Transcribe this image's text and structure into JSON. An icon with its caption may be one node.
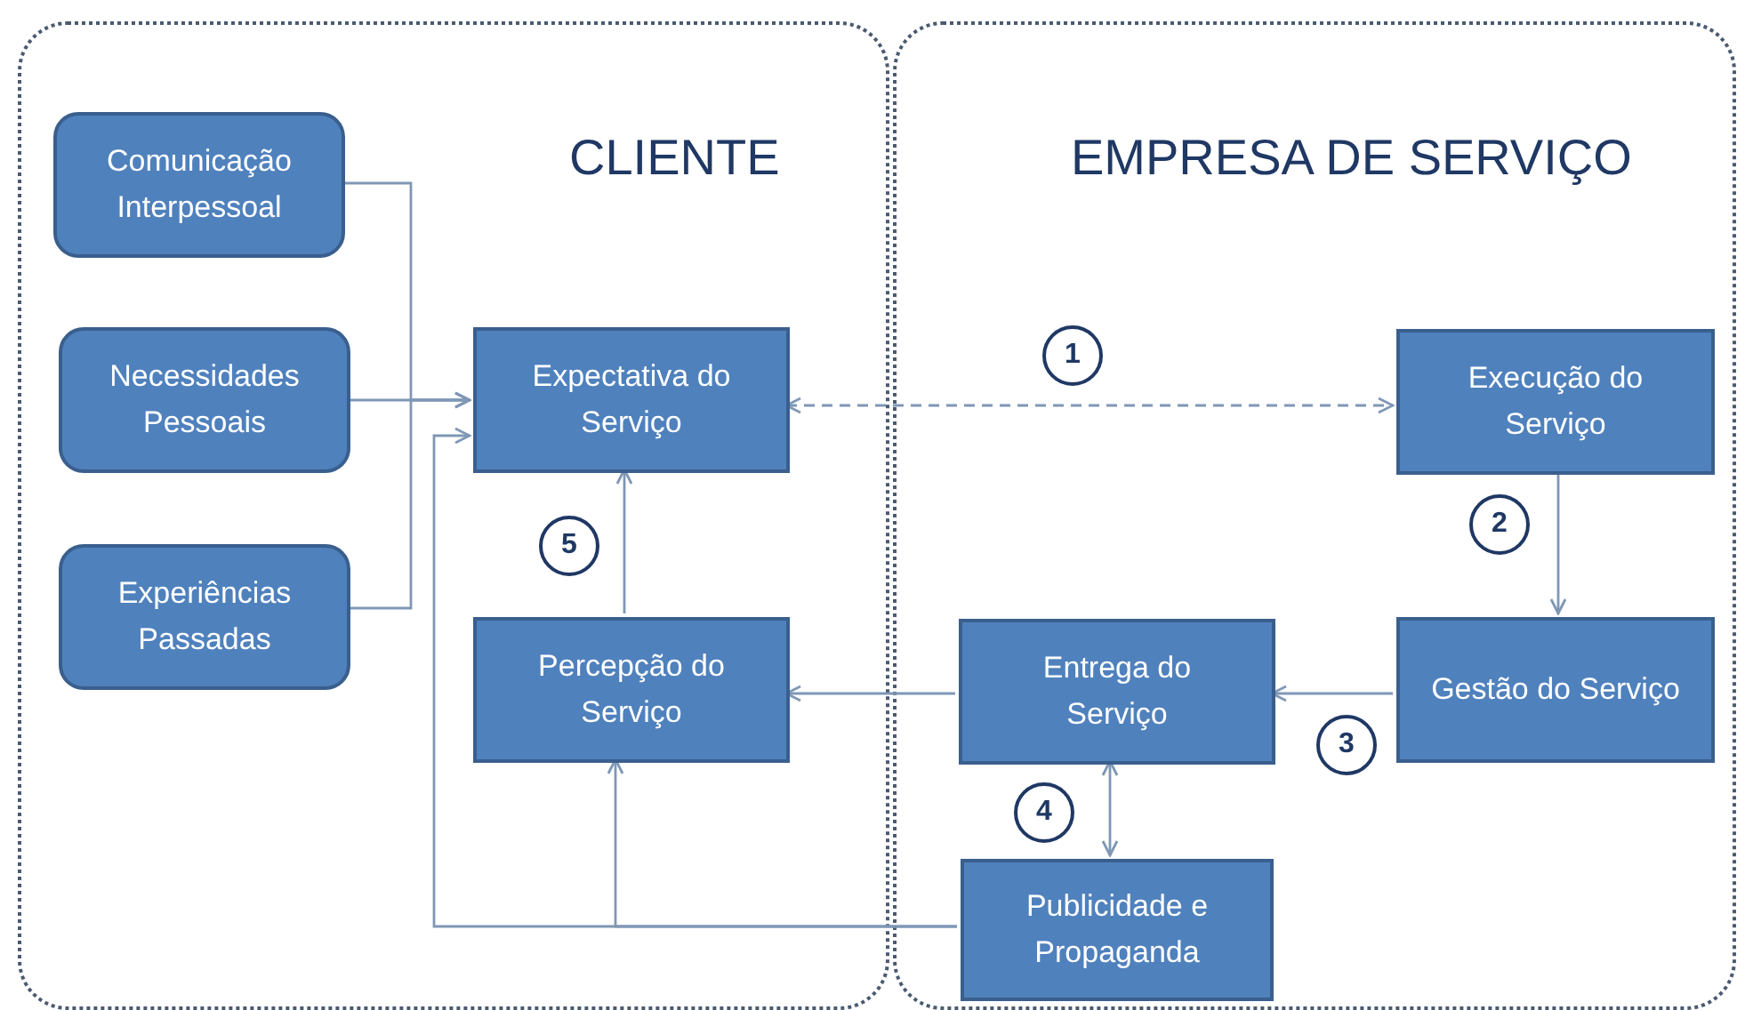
{
  "diagram": {
    "nodes": [
      {
        "text": [
          "CLIENTE"
        ]
      },
      {
        "text": [
          "EMPRESA DE SERVIÇO"
        ]
      },
      {
        "text": [
          "Comunicação Interpessoal"
        ],
        "in": 0
      },
      {
        "text": [
          "Necessidades Pessoais"
        ],
        "in": 0
      },
      {
        "text": [
          "Experiências Passadas"
        ],
        "in": 0
      },
      {
        "text": [
          "Expectativa do Serviço"
        ],
        "in": 0
      },
      {
        "text": [
          "Percepção do Serviço"
        ],
        "in": 0
      },
      {
        "text": [
          "Execução do Serviço"
        ],
        "in": 1
      },
      {
        "text": [
          "Gestão do Serviço"
        ],
        "in": 1
      },
      {
        "text": [
          "Entrega do Serviço"
        ],
        "in": 1
      },
      {
        "text": [
          "Publicidade e Propaganda"
        ],
        "in": 1
      }
    ],
    "edges": [
      {
        "from": 2,
        "to": 5,
        "arrow": "to"
      },
      {
        "from": 3,
        "to": 5,
        "arrow": "to"
      },
      {
        "from": 4,
        "to": 5,
        "arrow": "to"
      },
      {
        "from": 5,
        "to": 7,
        "arrow": "both",
        "style": "dashed",
        "label": "1"
      },
      {
        "from": 7,
        "to": 8,
        "arrow": "to",
        "label": "2"
      },
      {
        "from": 8,
        "to": 9,
        "arrow": "to",
        "label": "3"
      },
      {
        "from": 9,
        "to": 10,
        "arrow": "both",
        "label": "4"
      },
      {
        "from": 6,
        "to": 5,
        "arrow": "to",
        "label": "5"
      },
      {
        "from": 9,
        "to": 6,
        "arrow": "to"
      },
      {
        "from": 10,
        "to": 6,
        "arrow": "to"
      },
      {
        "from": 10,
        "to": 5,
        "arrow": "to"
      }
    ]
  }
}
